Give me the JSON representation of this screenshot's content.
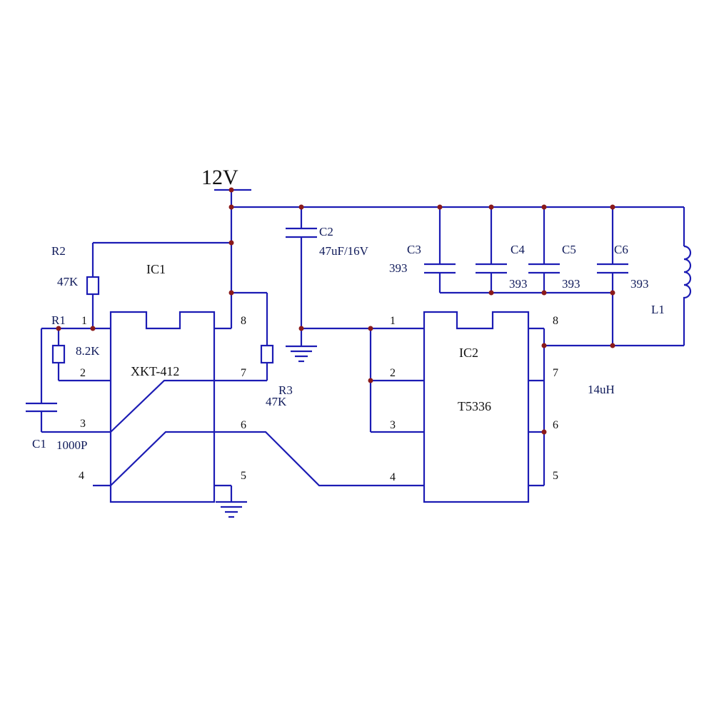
{
  "supply": {
    "label": "12V"
  },
  "ic1": {
    "name": "IC1",
    "part": "XKT-412",
    "pins": [
      "1",
      "2",
      "3",
      "4",
      "5",
      "6",
      "7",
      "8"
    ]
  },
  "ic2": {
    "name": "IC2",
    "part": "T5336",
    "pins": [
      "1",
      "2",
      "3",
      "4",
      "5",
      "6",
      "7",
      "8"
    ]
  },
  "components": {
    "r1": {
      "ref": "R1",
      "value": "8.2K"
    },
    "r2": {
      "ref": "R2",
      "value": "47K"
    },
    "r3": {
      "ref": "R3",
      "value": "47K"
    },
    "c1": {
      "ref": "C1",
      "value": "1000P"
    },
    "c2": {
      "ref": "C2",
      "value": "47uF/16V"
    },
    "c3": {
      "ref": "C3",
      "value": "393"
    },
    "c4": {
      "ref": "C4",
      "value": "393"
    },
    "c5": {
      "ref": "C5",
      "value": "393"
    },
    "c6": {
      "ref": "C6",
      "value": "393"
    },
    "l1": {
      "ref": "L1",
      "value": "14uH"
    }
  },
  "colors": {
    "wire": "#1c1cb4",
    "junction": "#8b1a1a",
    "text": "#111111"
  }
}
